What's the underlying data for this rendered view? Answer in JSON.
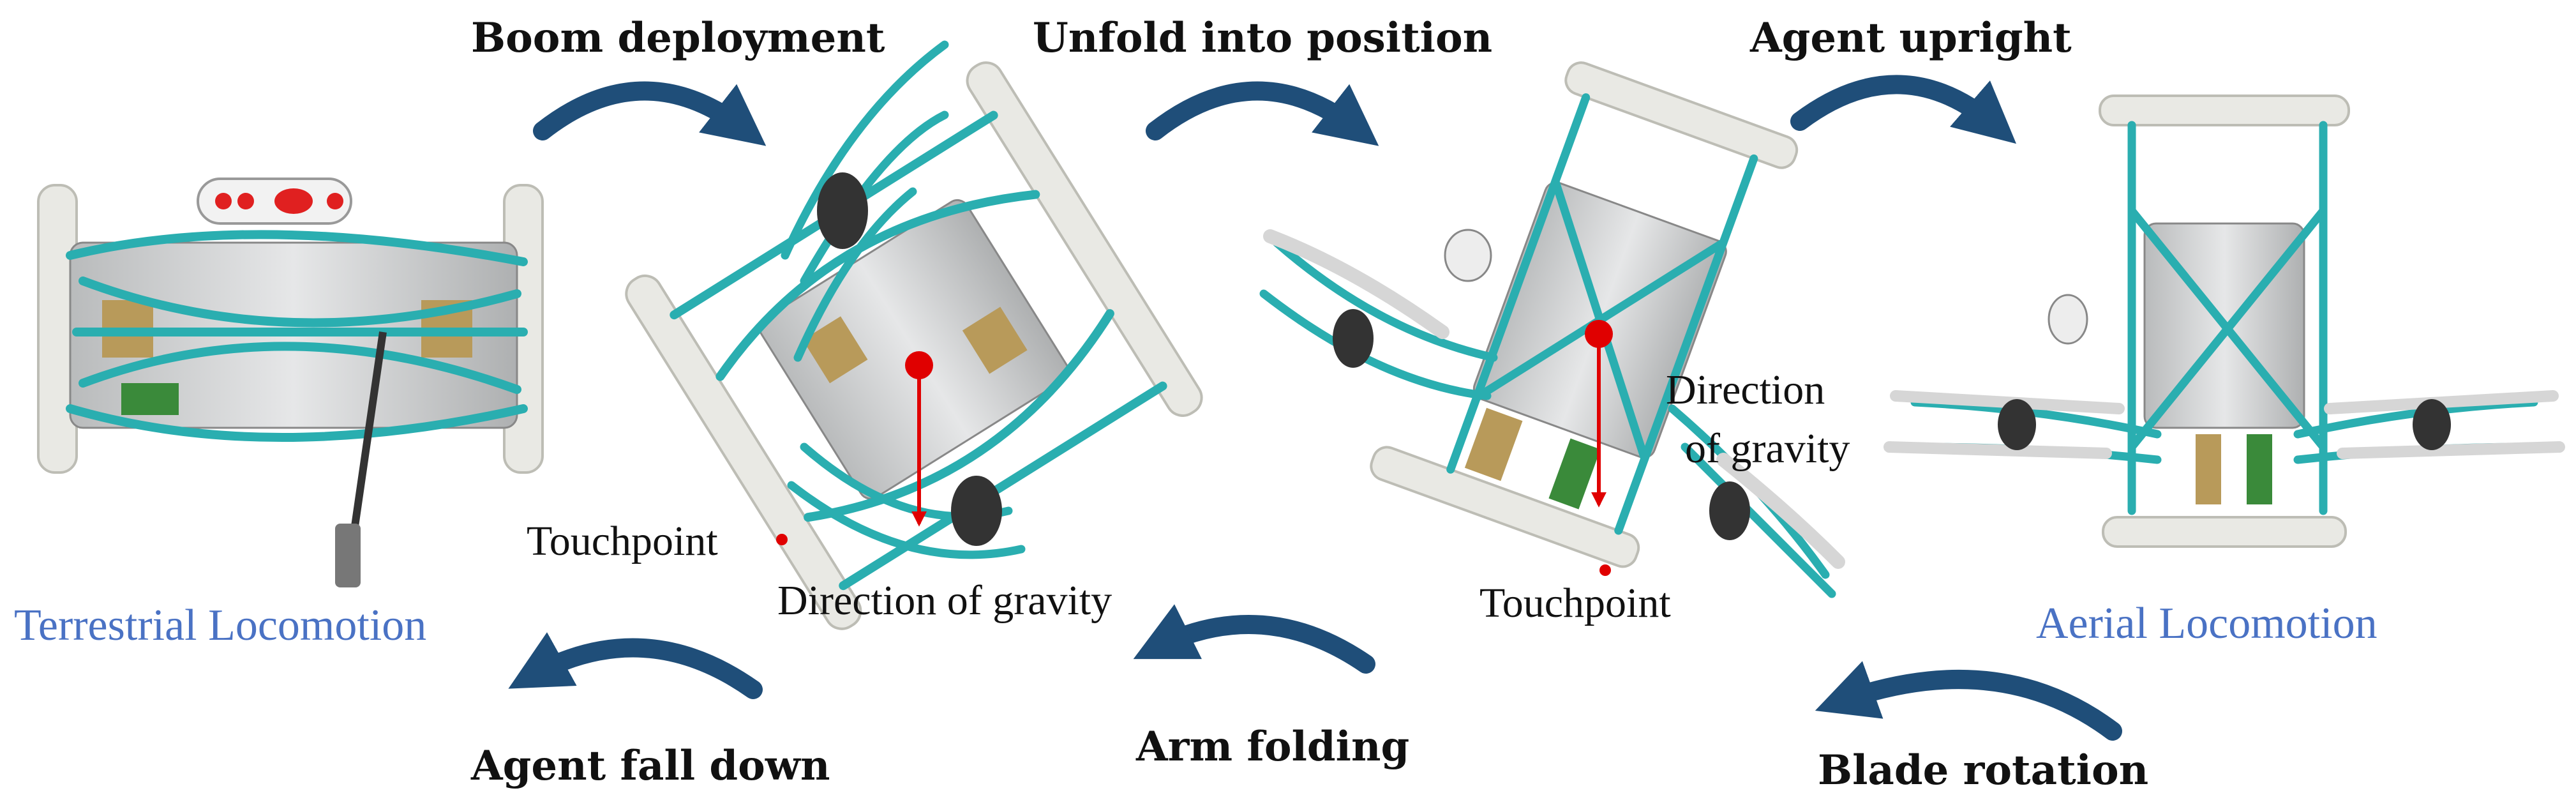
{
  "steps": {
    "boom_deployment": "Boom deployment",
    "unfold_into_position": "Unfold into position",
    "agent_upright": "Agent upright",
    "agent_fall_down": "Agent fall down",
    "arm_folding": "Arm folding",
    "blade_rotation": "Blade rotation"
  },
  "modes": {
    "terrestrial": "Terrestrial Locomotion",
    "aerial": "Aerial Locomotion"
  },
  "annotations": {
    "touchpoint_1": "Touchpoint",
    "touchpoint_2": "Touchpoint",
    "gravity_1": "Direction of gravity",
    "gravity_2_line1": "Direction",
    "gravity_2_line2": "of gravity"
  },
  "colors": {
    "arrow": "#1f4e79",
    "frame": "#2aaeb0",
    "gravity": "#e00000",
    "mode_label": "#4a72c4",
    "wheel": "#e9e9e4",
    "body": "#c9cbcc"
  }
}
